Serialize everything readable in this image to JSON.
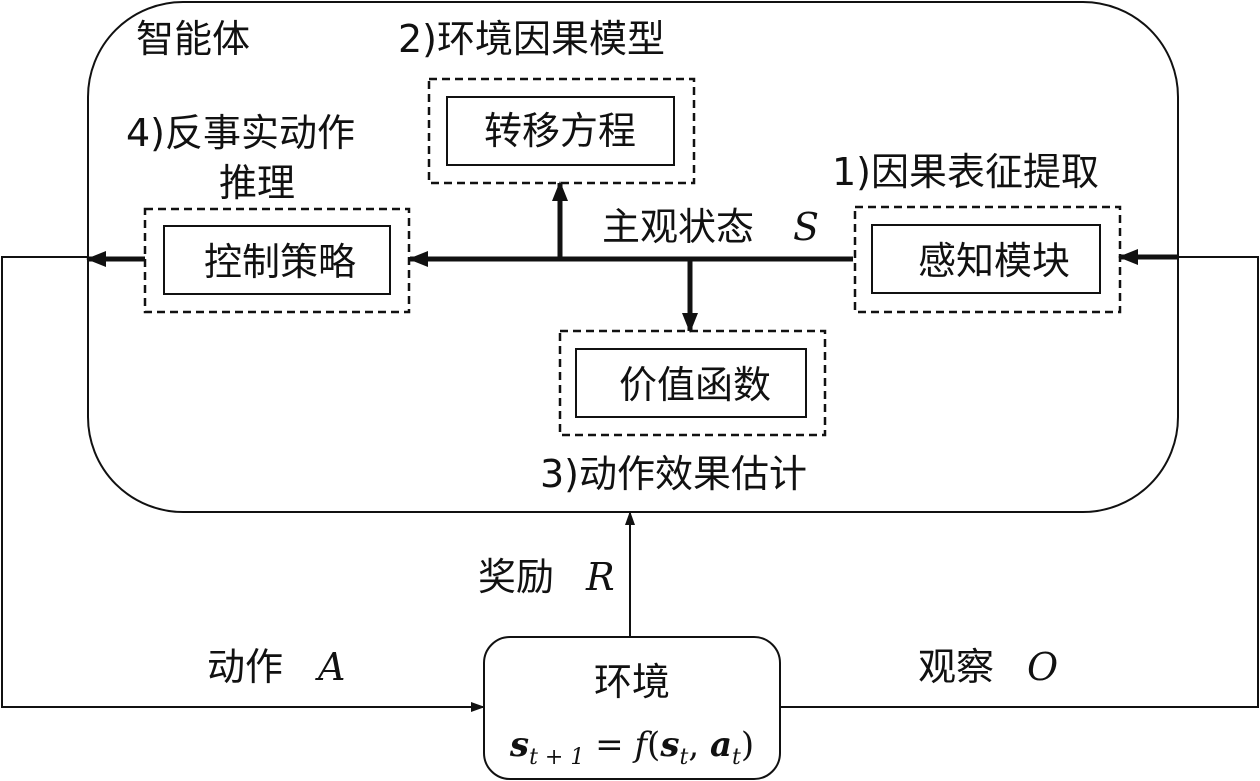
{
  "agent": {
    "title": "智能体"
  },
  "modules": {
    "causal_model": {
      "heading": "2)环境因果模型",
      "box": "转移方程"
    },
    "counterfactual": {
      "heading_line1": "4)反事实动作",
      "heading_line2": "推理",
      "box": "控制策略"
    },
    "representation": {
      "heading": "1)因果表征提取",
      "box": "感知模块"
    },
    "effect_estimation": {
      "heading": "3)动作效果估计",
      "box": "价值函数"
    }
  },
  "state": {
    "label": "主观状态",
    "symbol": "S"
  },
  "signals": {
    "reward": {
      "label": "奖励",
      "symbol": "R"
    },
    "action": {
      "label": "动作",
      "symbol": "A"
    },
    "observation": {
      "label": "观察",
      "symbol": "O"
    }
  },
  "environment": {
    "title": "环境",
    "s": "s",
    "t1": "t + 1",
    "eq": "=",
    "f": "f",
    "lp": "(",
    "st": "t",
    "comma": ",",
    "a": "a",
    "at": "t",
    "rp": ")"
  }
}
